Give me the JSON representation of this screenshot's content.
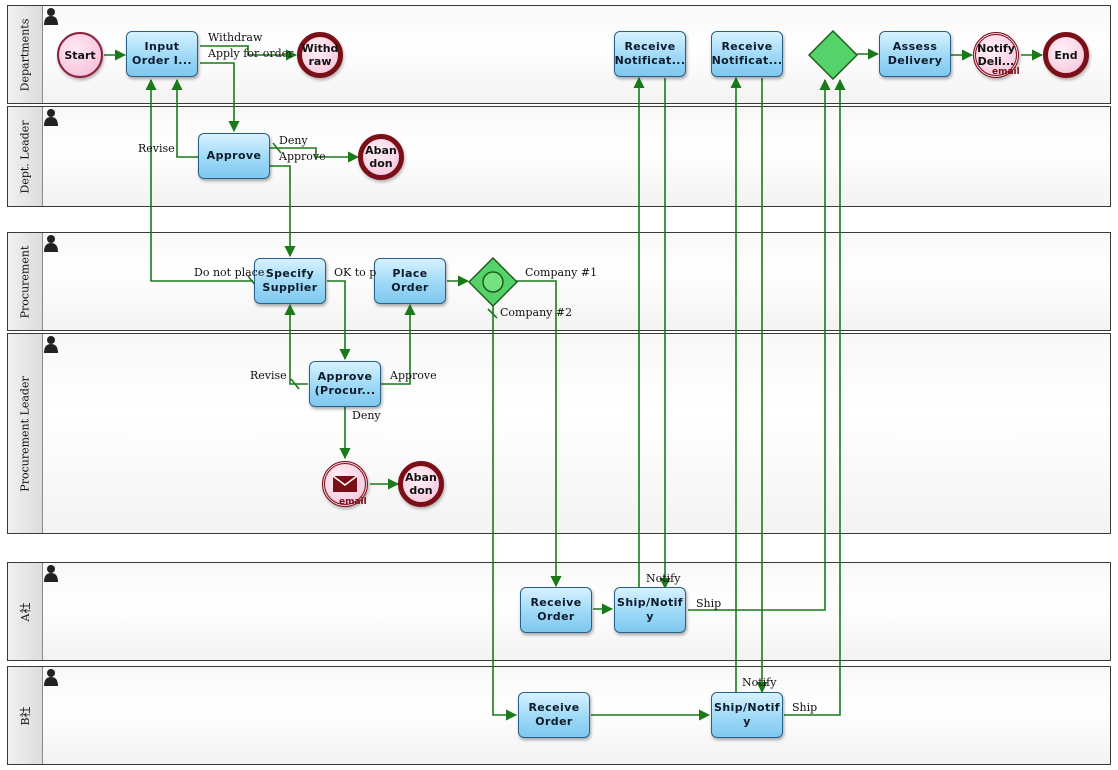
{
  "lanes": {
    "departments": "Departments",
    "dept_leader": "Dept. Leader",
    "procurement": "Procurement",
    "procurement_leader": "Procurement Leader",
    "a": "A社",
    "b": "B社"
  },
  "nodes": {
    "start": "Start",
    "input_order": "Input\nOrder I...",
    "withdraw": "Withd\nraw",
    "approve_dept": "Approve",
    "abandon_dept": "Aban\ndon",
    "specify_supplier": "Specify\nSupplier",
    "place_order": "Place\nOrder",
    "approve_procurement": "Approve\n(Procur...",
    "abandon_procurement": "Aban\ndon",
    "email_event_label": "email",
    "receive_notification_1": "Receive\nNotificat...",
    "receive_notification_2": "Receive\nNotificat...",
    "assess_delivery": "Assess\nDelivery",
    "notify_delivery": "Notify\nDeli...",
    "notify_email_label": "email",
    "end": "End",
    "receive_order_a": "Receive\nOrder",
    "ship_notify_a": "Ship/Notif\ny",
    "receive_order_b": "Receive\nOrder",
    "ship_notify_b": "Ship/Notif\ny"
  },
  "flow_labels": {
    "withdraw": "Withdraw",
    "apply_for_order": "Apply for order",
    "revise_dept": "Revise",
    "deny_dept": "Deny",
    "approve_dept": "Approve",
    "do_not_place": "Do not place",
    "ok_to_place": "OK to p",
    "revise_proc": "Revise",
    "approve_proc": "Approve",
    "deny_proc": "Deny",
    "company1": "Company #1",
    "company2": "Company #2",
    "notify_a": "Notify",
    "ship_a": "Ship",
    "notify_b": "Notify",
    "ship_b": "Ship"
  },
  "colors": {
    "flow": "#1a7a1a",
    "task_border": "#2a5f86",
    "end_border": "#7a0f18",
    "gateway": "#55d36a"
  }
}
